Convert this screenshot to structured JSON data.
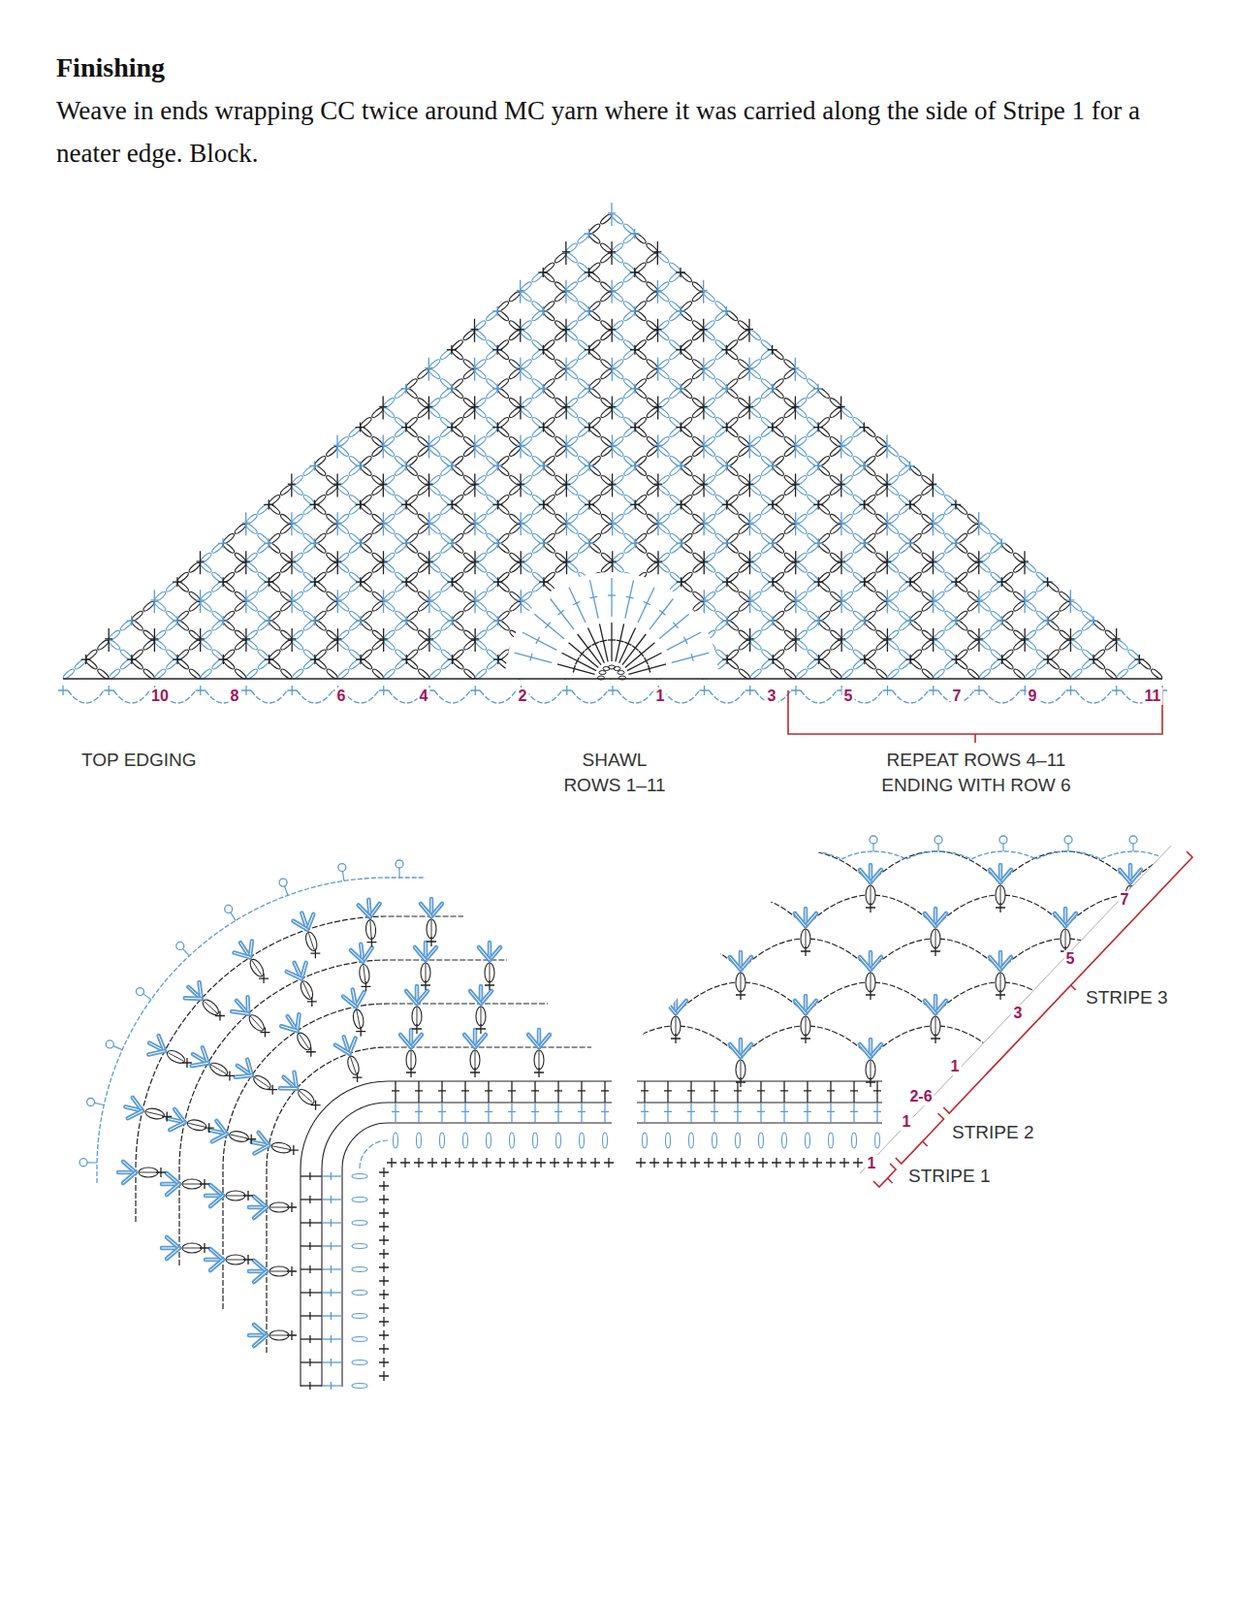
{
  "diagram": {
    "title": "Finishing",
    "labels": [
      "Weave in ends wrapping CC twice around MC yarn where it was carried along the side of Stripe 1 for a neater edge. Block.",
      "10",
      "8",
      "6",
      "4",
      "2",
      "1",
      "3",
      "5",
      "7",
      "9",
      "11",
      "TOP EDGING",
      "SHAWL ROWS 1–11",
      "REPEAT ROWS 4–11 ENDING WITH ROW 6",
      "7",
      "5",
      "3",
      "1",
      "2-6",
      "1",
      "1",
      "STRIPE 3",
      "STRIPE 2",
      "STRIPE 1"
    ]
  }
}
